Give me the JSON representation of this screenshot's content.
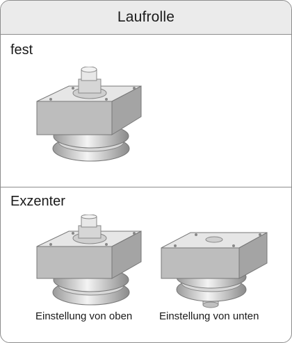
{
  "header": {
    "title": "Laufrolle"
  },
  "sections": [
    {
      "title": "fest"
    },
    {
      "title": "Exzenter"
    }
  ],
  "captions": {
    "left": "Einstellung von oben",
    "right": "Einstellung von unten"
  }
}
